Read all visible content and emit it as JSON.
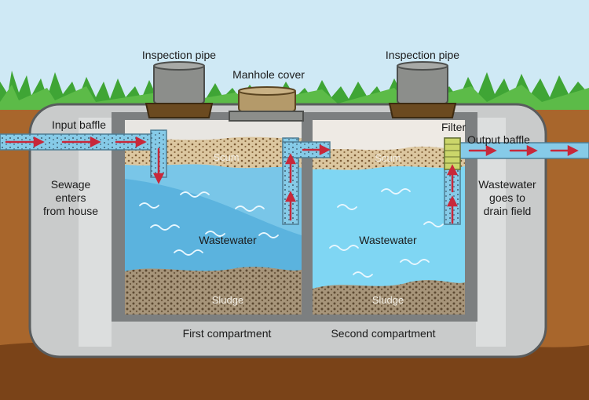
{
  "labels": {
    "inspection_pipe_left": "Inspection pipe",
    "inspection_pipe_right": "Inspection pipe",
    "manhole_cover": "Manhole cover",
    "input_baffle": "Input baffle",
    "filter": "Filter",
    "output_baffle": "Output baffle",
    "sewage_line1": "Sewage",
    "sewage_line2": "enters",
    "sewage_line3": "from house",
    "wastewater_out_line1": "Wastewater",
    "wastewater_out_line2": "goes to",
    "wastewater_out_line3": "drain field",
    "scum_left": "Scum",
    "scum_right": "Scum",
    "wastewater_left": "Wastewater",
    "wastewater_right": "Wastewater",
    "sludge_left": "Sludge",
    "sludge_right": "Sludge",
    "first_compartment": "First compartment",
    "second_compartment": "Second compartment"
  },
  "colors": {
    "sky": "#cfe9f5",
    "grass": "#3fa535",
    "soil": "#a8662c",
    "soil_dark": "#7a4318",
    "tank_concrete": "#c7c9c9",
    "tank_inner_wall": "#7c7f80",
    "water_left": "#5bb3de",
    "water_right": "#7fd6f3",
    "scum": "#d8c39a",
    "sludge": "#9a8a6c",
    "pipe": "#7fc6e6",
    "arrow": "#c8283a",
    "lid": "#8d8f8c",
    "lid_base": "#6b4a20"
  }
}
